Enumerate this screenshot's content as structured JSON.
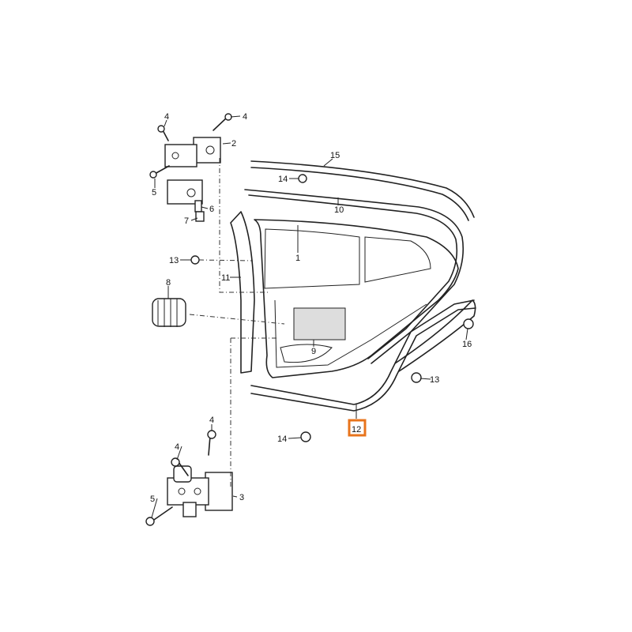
{
  "diagram": {
    "callouts": [
      {
        "id": "bolt-upper-left",
        "text": "4"
      },
      {
        "id": "bolt-upper-right",
        "text": "4"
      },
      {
        "id": "upper-hinge",
        "text": "2"
      },
      {
        "id": "bolt-upper-lower",
        "text": "5"
      },
      {
        "id": "pin-upper",
        "text": "6"
      },
      {
        "id": "cap-upper",
        "text": "7"
      },
      {
        "id": "clip-left",
        "text": "13"
      },
      {
        "id": "pillar-seal",
        "text": "11"
      },
      {
        "id": "grommet",
        "text": "8"
      },
      {
        "id": "roof-seal",
        "text": "15"
      },
      {
        "id": "clip-top",
        "text": "14"
      },
      {
        "id": "window-seal",
        "text": "10"
      },
      {
        "id": "door",
        "text": "1"
      },
      {
        "id": "membrane",
        "text": "9"
      },
      {
        "id": "plug",
        "text": "16"
      },
      {
        "id": "clip-right",
        "text": "13"
      },
      {
        "id": "door-seal",
        "text": "12"
      },
      {
        "id": "clip-bottom",
        "text": "14"
      },
      {
        "id": "bolt-lower-top",
        "text": "4"
      },
      {
        "id": "bolt-lower-mid",
        "text": "4"
      },
      {
        "id": "bolt-lower-low",
        "text": "5"
      },
      {
        "id": "lower-hinge",
        "text": "3"
      }
    ],
    "highlighted_callout": "12",
    "highlight_color": "#e8741c"
  }
}
